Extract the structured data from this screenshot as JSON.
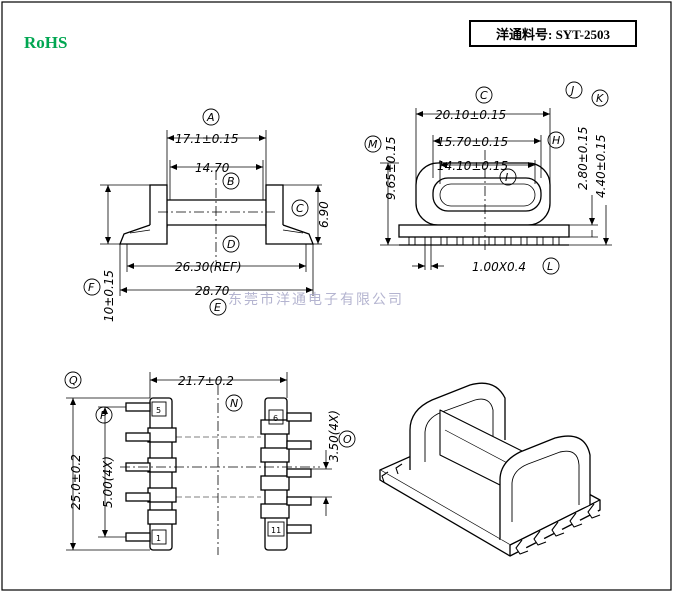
{
  "brand": {
    "rohs": "RoHS",
    "rohs_color": "#00a651"
  },
  "part_number": {
    "text": "洋通料号: SYT-2503"
  },
  "watermark": {
    "text": "东莞市洋通电子有限公司"
  },
  "front_view": {
    "dims": {
      "A": "17.1±0.15",
      "B": "14.70",
      "C": "6.90",
      "D": "26.30(REF)",
      "E": "28.70",
      "F": "10±0.15"
    },
    "labels": [
      "A",
      "B",
      "C",
      "D",
      "E",
      "F"
    ]
  },
  "side_view": {
    "dims": {
      "C": "20.10±0.15",
      "H": "15.70±0.15",
      "I": "14.10±0.15",
      "J": "2.80±0.15",
      "K": "4.40±0.15",
      "M": "9.65±0.15",
      "L": "1.00X0.4"
    },
    "labels": [
      "C",
      "H",
      "I",
      "J",
      "K",
      "M",
      "L"
    ]
  },
  "bottom_view": {
    "dims": {
      "N": "21.7±0.2",
      "Q": "25.0±0.2",
      "P": "5.00(4X)",
      "O": "3.50(4X)"
    },
    "labels": [
      "Q",
      "P",
      "N",
      "O"
    ],
    "pins": {
      "p5": "5",
      "p6": "6",
      "p1": "1",
      "p11": "11"
    }
  }
}
